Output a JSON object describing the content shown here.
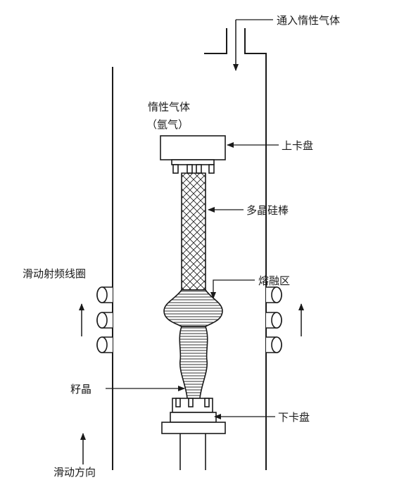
{
  "labels": {
    "inert_gas_inlet": "通入惰性气体",
    "inert_gas_line1": "惰性气体",
    "inert_gas_line2": "（氩气）",
    "upper_chuck": "上卡盘",
    "polysilicon_rod": "多晶硅棒",
    "rf_coil": "滑动射频线圈",
    "molten_zone": "熔融区",
    "seed_crystal": "籽晶",
    "lower_chuck": "下卡盘",
    "sliding_direction": "滑动方向"
  },
  "colors": {
    "ink": "#1a1a1a",
    "background": "#ffffff"
  }
}
